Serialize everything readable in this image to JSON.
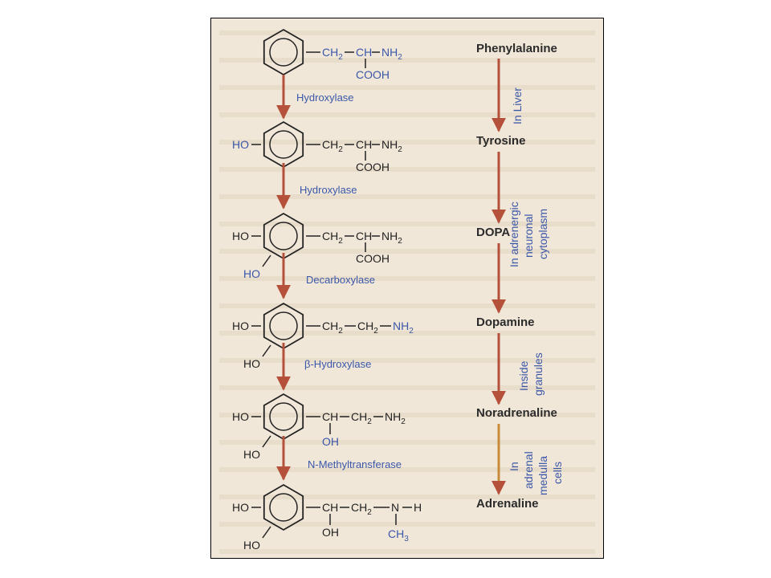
{
  "compounds": [
    "Phenylalanine",
    "Tyrosine",
    "DOPA",
    "Dopamine",
    "Noradrenaline",
    "Adrenaline"
  ],
  "enzymes": [
    "Hydroxylase",
    "Hydroxylase",
    "Decarboxylase",
    "β-Hydroxylase",
    "N-Methyltransferase"
  ],
  "locations": {
    "liver": "In Liver",
    "neuronal": [
      "In adrenergic",
      "neuronal",
      "cytoplasm"
    ],
    "granules": [
      "Inside",
      "granules"
    ],
    "medulla": [
      "In",
      "adrenal",
      "medulla",
      "cells"
    ]
  },
  "chem": {
    "ho": "HO",
    "oh": "OH",
    "cooh": "COOH",
    "ch2": "CH",
    "sub2": "2",
    "ch": "CH",
    "nh2": "NH",
    "n": "N",
    "h": "H",
    "ch3": "CH",
    "sub3": "3"
  },
  "colors": {
    "arrow": "#b5503a",
    "blue_text": "#3a57a8",
    "paper": "#f1e7d9"
  }
}
